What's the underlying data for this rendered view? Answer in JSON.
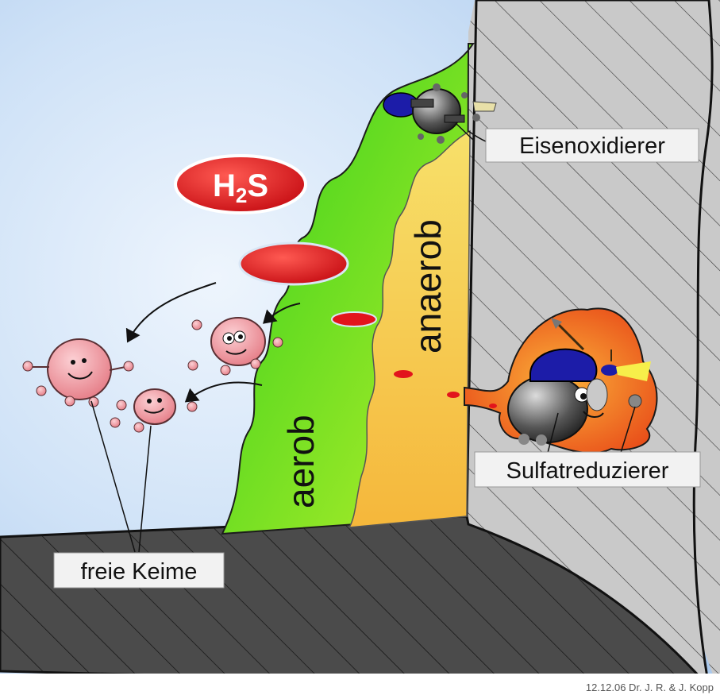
{
  "labels": {
    "h2s": "H2S",
    "aerob": "aerob",
    "anaerob": "anaerob",
    "iron_oxidizer": "Eisenoxidierer",
    "sulfate_reducer": "Sulfatreduzierer",
    "free_germs": "freie Keime"
  },
  "h2s_parts": {
    "main": "H",
    "sub": "2",
    "tail": "S"
  },
  "footer": "12.12.06 Dr. J. R. & J. Kopp",
  "colors": {
    "sky": "#cfe2f7",
    "biofilm_aerob": "#39d61e",
    "biofilm_anaerob": "#f8c94a",
    "colony": "#f06a1a",
    "bubble": "#e8141c",
    "germ": "#f3a0a8",
    "wall": "#b9b9b9",
    "floor": "#4a4a4a",
    "helmet": "#1c1ca8"
  }
}
